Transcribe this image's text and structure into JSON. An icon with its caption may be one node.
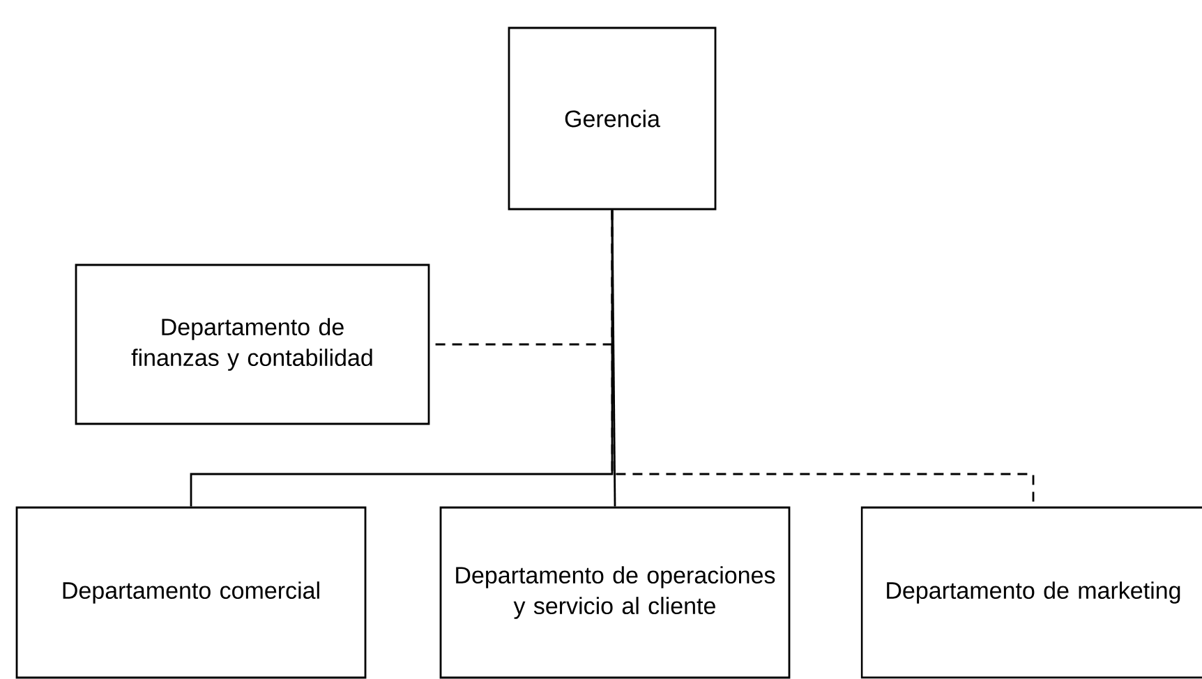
{
  "diagram": {
    "nodes": [
      {
        "text": [
          "Gerencia"
        ]
      },
      {
        "text": [
          "Departamento de finanzas y contabilidad"
        ]
      },
      {
        "text": [
          "Departamento comercial"
        ]
      },
      {
        "text": [
          "Departamento de operaciones y servicio al cliente"
        ]
      },
      {
        "text": [
          "Departamento de marketing"
        ]
      }
    ],
    "edges": [
      {
        "from": 0,
        "to": 1,
        "arrow": "none",
        "style": "dashed"
      },
      {
        "from": 0,
        "to": 2,
        "arrow": "none"
      },
      {
        "from": 0,
        "to": 3,
        "arrow": "none"
      },
      {
        "from": 0,
        "to": 4,
        "arrow": "none",
        "style": "dashed"
      }
    ]
  }
}
